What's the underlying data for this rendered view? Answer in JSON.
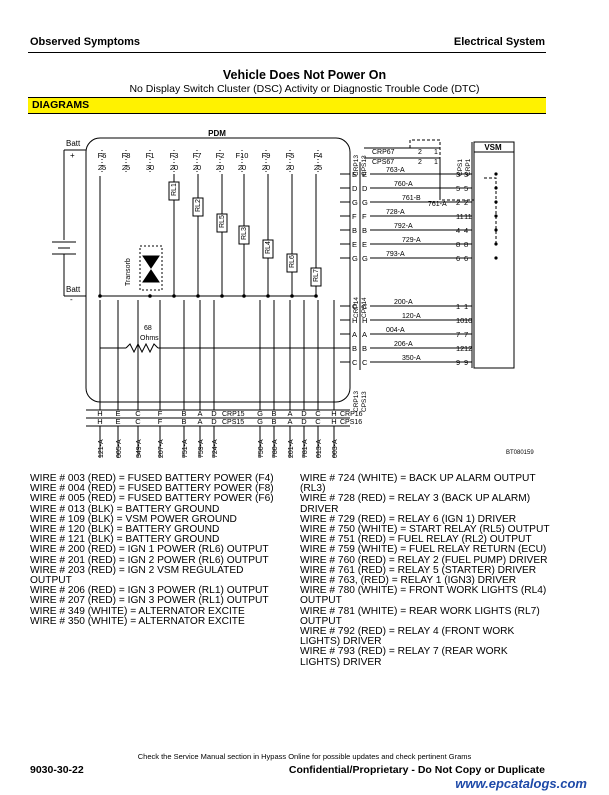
{
  "header": {
    "left": "Observed Symptoms",
    "right": "Electrical System"
  },
  "title": "Vehicle Does Not Power On",
  "subtitle": "No Display Switch Cluster (DSC) Activity or Diagnostic Trouble Code (DTC)",
  "section": "DIAGRAMS",
  "diagram": {
    "pdm_label": "PDM",
    "vsm_label": "VSM",
    "batt_top": "Batt",
    "batt_plus": "+",
    "batt_bottom": "Batt",
    "batt_minus": "-",
    "fuses": [
      {
        "name": "F6",
        "amps": "25"
      },
      {
        "name": "F8",
        "amps": "25"
      },
      {
        "name": "F1",
        "amps": "30"
      },
      {
        "name": "F3",
        "amps": "20"
      },
      {
        "name": "F7",
        "amps": "20"
      },
      {
        "name": "F2",
        "amps": "20"
      },
      {
        "name": "F10",
        "amps": "20"
      },
      {
        "name": "F9",
        "amps": "20"
      },
      {
        "name": "F5",
        "amps": "20"
      },
      {
        "name": "F4",
        "amps": "25"
      }
    ],
    "relays": [
      "RL1",
      "RL2",
      "RL5",
      "RL3",
      "RL4",
      "RL6",
      "RL7"
    ],
    "transorb": "Transorb",
    "resistor": "68\nOhms",
    "right_wires": [
      {
        "pins": "E",
        "wire": "763-A",
        "vsm": "3"
      },
      {
        "pins": "D",
        "wire": "760-A",
        "vsm": "5"
      },
      {
        "pins": "G",
        "wire": "761-B",
        "vsm": "2"
      },
      {
        "pins": "F",
        "wire": "728-A",
        "vsm": "11"
      },
      {
        "pins": "B",
        "wire": "792-A",
        "vsm": "4"
      },
      {
        "pins": "E",
        "wire": "729-A",
        "vsm": "8"
      },
      {
        "pins": "G",
        "wire": "793-A",
        "vsm": "6"
      },
      {
        "pins": "C",
        "wire": "200-A",
        "vsm": "1"
      },
      {
        "pins": "H",
        "wire": "120-A",
        "vsm": "10"
      },
      {
        "pins": "A",
        "wire": "004-A",
        "vsm": "7"
      },
      {
        "pins": "B",
        "wire": "206-A",
        "vsm": "12"
      },
      {
        "pins": "C",
        "wire": "350-A",
        "vsm": "9"
      }
    ],
    "crp67": "CRP67",
    "cps67": "CPS67",
    "wire_761a": "761-A",
    "conn_top_groups": [
      "CRP13",
      "CPS13",
      "CRP14",
      "CPS14",
      "CRP13",
      "CPS13"
    ],
    "vsm_conn": [
      "CPS1",
      "CRP1"
    ],
    "bottom_pins": [
      "H",
      "E",
      "C",
      "F",
      "B",
      "A",
      "D",
      "G",
      "B",
      "A",
      "D",
      "C",
      "H"
    ],
    "bottom_conn": [
      "CRP15",
      "CPS15",
      "CRP16",
      "CPS16"
    ],
    "bottom_wires": [
      "121-A",
      "005-A",
      "349-A",
      "207-A",
      "751-A",
      "759-A",
      "724-A",
      "750-A",
      "780-A",
      "201-A",
      "781-A",
      "013-A",
      "003-A"
    ],
    "figure_id": "BT080159"
  },
  "legend_left": [
    "WIRE # 003 (RED) = FUSED BATTERY POWER (F4)",
    "WIRE # 004 (RED) = FUSED BATTERY POWER (F8)",
    "WIRE # 005 (RED) = FUSED BATTERY POWER (F6)",
    "WIRE # 013 (BLK) = BATTERY GROUND",
    "WIRE # 109 (BLK) = VSM POWER GROUND",
    "WIRE # 120 (BLK) = BATTERY GROUND",
    "WIRE # 121 (BLK) = BATTERY GROUND",
    "WIRE # 200 (RED) = IGN 1 POWER (RL6) OUTPUT",
    "WIRE # 201 (RED) = IGN 2 POWER (RL6) OUTPUT",
    "WIRE # 203 (RED) = IGN 2 VSM REGULATED",
    "OUTPUT",
    "WIRE # 206 (RED) = IGN 3 POWER (RL1) OUTPUT",
    "WIRE # 207 (RED) = IGN 3 POWER (RL1) OUTPUT",
    "WIRE # 349 (WHITE) = ALTERNATOR EXCITE",
    "WIRE # 350 (WHITE) = ALTERNATOR EXCITE"
  ],
  "legend_right": [
    "WIRE # 724 (WHITE) = BACK UP ALARM OUTPUT",
    "(RL3)",
    "WIRE # 728 (RED) = RELAY 3 (BACK UP ALARM)",
    "DRIVER",
    "WIRE # 729 (RED) = RELAY 6 (IGN 1) DRIVER",
    "WIRE # 750 (WHITE) = START RELAY (RL5) OUTPUT",
    "WIRE # 751 (RED) = FUEL RELAY (RL2) OUTPUT",
    "WIRE # 759 (WHITE) = FUEL RELAY RETURN (ECU)",
    "WIRE # 760 (RED) = RELAY 2 (FUEL PUMP) DRIVER",
    "WIRE # 761 (RED) = RELAY 5 (STARTER) DRIVER",
    "WIRE # 763, (RED) = RELAY 1 (IGN3) DRIVER",
    "WIRE # 780 (WHITE) = FRONT WORK LIGHTS (RL4)",
    "OUTPUT",
    "WIRE # 781 (WHITE) = REAR WORK LIGHTS (RL7)",
    "OUTPUT",
    "WIRE # 792 (RED) = RELAY 4 (FRONT WORK",
    "LIGHTS) DRIVER",
    "WIRE # 793 (RED) = RELAY 7 (REAR WORK",
    "LIGHTS) DRIVER"
  ],
  "footer": {
    "note": "Check the Service Manual section in Hypass Online for possible updates and check pertinent Grams",
    "left": "9030-30-22",
    "right": "Confidential/Proprietary - Do Not Copy or Duplicate",
    "watermark": "www.epcatalogs.com"
  }
}
